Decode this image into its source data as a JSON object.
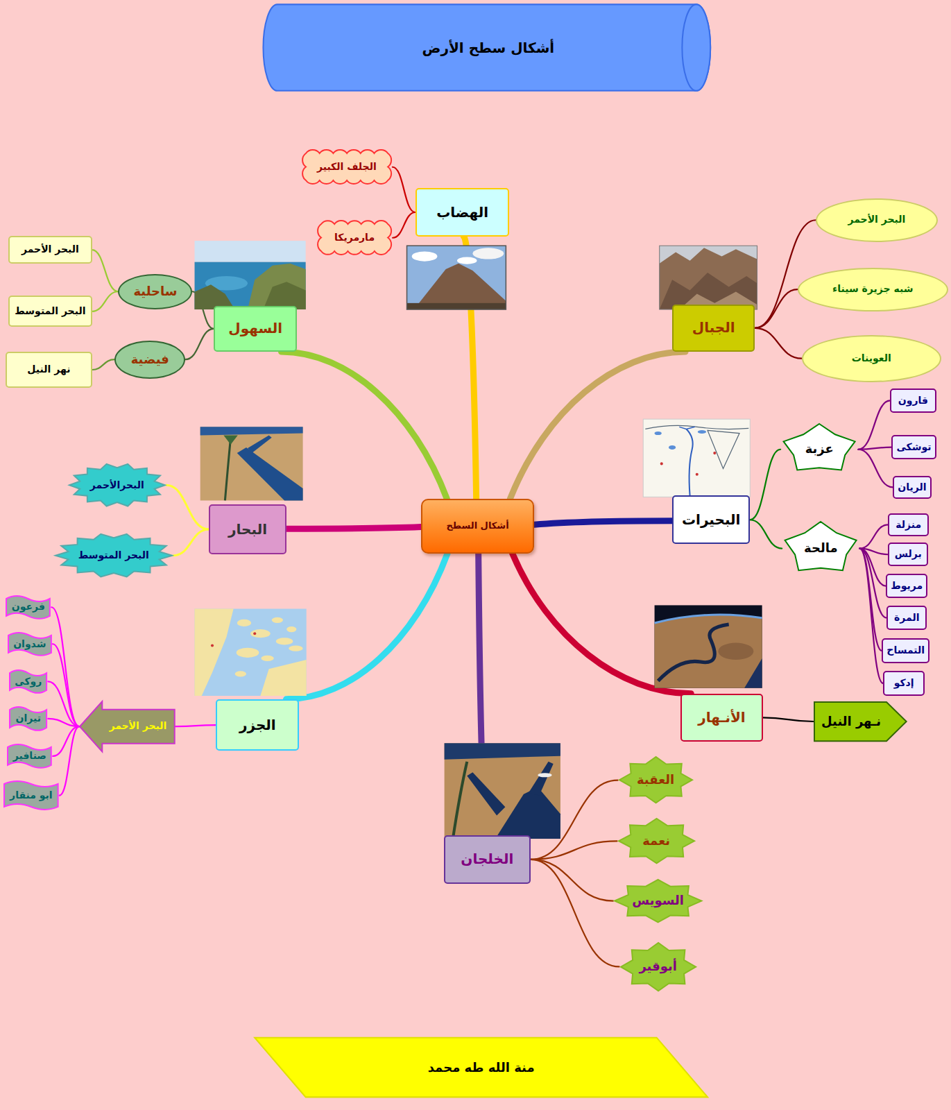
{
  "diagram": {
    "title": "أشكال سطح الأرض",
    "caption": "منة الله طه محمد",
    "nodes": [
      {
        "text": [
          "أشكال السطح"
        ]
      },
      {
        "text": [
          "الهضاب"
        ]
      },
      {
        "text": [
          "الجلف الكبير"
        ]
      },
      {
        "text": [
          "مارمريكا"
        ]
      },
      {
        "text": [
          "الجبال"
        ]
      },
      {
        "text": [
          "البحر الأحمر"
        ]
      },
      {
        "text": [
          "شبه جزيرة سيناء"
        ]
      },
      {
        "text": [
          "العوينات"
        ]
      },
      {
        "text": [
          "السهول"
        ]
      },
      {
        "text": [
          "ساحلية"
        ]
      },
      {
        "text": [
          "البحر الأحمر"
        ]
      },
      {
        "text": [
          "البحر المتوسط"
        ]
      },
      {
        "text": [
          "فيضية"
        ]
      },
      {
        "text": [
          "نهر النيل"
        ]
      },
      {
        "text": [
          "البحيرات"
        ]
      },
      {
        "text": [
          "عزبة"
        ]
      },
      {
        "text": [
          "قارون"
        ]
      },
      {
        "text": [
          "توشكى"
        ]
      },
      {
        "text": [
          "الريان"
        ]
      },
      {
        "text": [
          "مالحة"
        ]
      },
      {
        "text": [
          "منزلة"
        ]
      },
      {
        "text": [
          "برلس"
        ]
      },
      {
        "text": [
          "مريوط"
        ]
      },
      {
        "text": [
          "المرة"
        ]
      },
      {
        "text": [
          "التمساح"
        ]
      },
      {
        "text": [
          "إدكو"
        ]
      },
      {
        "text": [
          "البحار"
        ]
      },
      {
        "text": [
          "البحرالأحمر"
        ]
      },
      {
        "text": [
          "البحر المتوسط"
        ]
      },
      {
        "text": [
          "الأنـهار"
        ]
      },
      {
        "text": [
          "نـهر النيل"
        ]
      },
      {
        "text": [
          "الجزر"
        ]
      },
      {
        "text": [
          "البحر الأحمر"
        ]
      },
      {
        "text": [
          "فرعون"
        ]
      },
      {
        "text": [
          "شدوان"
        ]
      },
      {
        "text": [
          "روكى"
        ]
      },
      {
        "text": [
          "تيران"
        ]
      },
      {
        "text": [
          "صنافير"
        ]
      },
      {
        "text": [
          "ابو منقار"
        ]
      },
      {
        "text": [
          "الخلجان"
        ]
      },
      {
        "text": [
          "العقبة"
        ]
      },
      {
        "text": [
          "نعمة"
        ]
      },
      {
        "text": [
          "السويس"
        ]
      },
      {
        "text": [
          "أبوقير"
        ]
      }
    ],
    "edges": [
      {
        "from": 0,
        "to": 1,
        "arrow": "none"
      },
      {
        "from": 0,
        "to": 4,
        "arrow": "none"
      },
      {
        "from": 0,
        "to": 14,
        "arrow": "none"
      },
      {
        "from": 0,
        "to": 29,
        "arrow": "none"
      },
      {
        "from": 0,
        "to": 39,
        "arrow": "none"
      },
      {
        "from": 0,
        "to": 31,
        "arrow": "none"
      },
      {
        "from": 0,
        "to": 26,
        "arrow": "none"
      },
      {
        "from": 0,
        "to": 8,
        "arrow": "none"
      },
      {
        "from": 1,
        "to": 2,
        "arrow": "none"
      },
      {
        "from": 1,
        "to": 3,
        "arrow": "none"
      },
      {
        "from": 4,
        "to": 5,
        "arrow": "none"
      },
      {
        "from": 4,
        "to": 6,
        "arrow": "none"
      },
      {
        "from": 4,
        "to": 7,
        "arrow": "none"
      },
      {
        "from": 8,
        "to": 9,
        "arrow": "none"
      },
      {
        "from": 9,
        "to": 10,
        "arrow": "none"
      },
      {
        "from": 9,
        "to": 11,
        "arrow": "none"
      },
      {
        "from": 8,
        "to": 12,
        "arrow": "none"
      },
      {
        "from": 12,
        "to": 13,
        "arrow": "none"
      },
      {
        "from": 14,
        "to": 15,
        "arrow": "none"
      },
      {
        "from": 15,
        "to": 16,
        "arrow": "none"
      },
      {
        "from": 15,
        "to": 17,
        "arrow": "none"
      },
      {
        "from": 15,
        "to": 18,
        "arrow": "none"
      },
      {
        "from": 14,
        "to": 19,
        "arrow": "none"
      },
      {
        "from": 19,
        "to": 20,
        "arrow": "none"
      },
      {
        "from": 19,
        "to": 21,
        "arrow": "none"
      },
      {
        "from": 19,
        "to": 22,
        "arrow": "none"
      },
      {
        "from": 19,
        "to": 23,
        "arrow": "none"
      },
      {
        "from": 19,
        "to": 24,
        "arrow": "none"
      },
      {
        "from": 19,
        "to": 25,
        "arrow": "none"
      },
      {
        "from": 26,
        "to": 27,
        "arrow": "none"
      },
      {
        "from": 26,
        "to": 28,
        "arrow": "none"
      },
      {
        "from": 29,
        "to": 30,
        "arrow": "none"
      },
      {
        "from": 31,
        "to": 32,
        "arrow": "none"
      },
      {
        "from": 32,
        "to": 33,
        "arrow": "none"
      },
      {
        "from": 32,
        "to": 34,
        "arrow": "none"
      },
      {
        "from": 32,
        "to": 35,
        "arrow": "none"
      },
      {
        "from": 32,
        "to": 36,
        "arrow": "none"
      },
      {
        "from": 32,
        "to": 37,
        "arrow": "none"
      },
      {
        "from": 32,
        "to": 38,
        "arrow": "none"
      },
      {
        "from": 39,
        "to": 40,
        "arrow": "none"
      },
      {
        "from": 39,
        "to": 41,
        "arrow": "none"
      },
      {
        "from": 39,
        "to": 42,
        "arrow": "none"
      },
      {
        "from": 39,
        "to": 43,
        "arrow": "none"
      }
    ]
  }
}
